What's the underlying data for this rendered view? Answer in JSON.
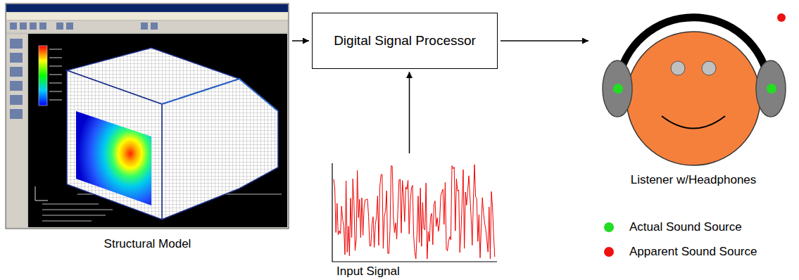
{
  "diagram": {
    "nodes": [
      {
        "text": [
          "Structural Model"
        ]
      },
      {
        "text": [
          "Digital Signal Processor"
        ]
      },
      {
        "text": [
          "Input Signal"
        ]
      },
      {
        "text": [
          "Listener w/Headphones"
        ]
      }
    ],
    "edges": [
      {
        "from": 0,
        "to": 1,
        "arrow": "to"
      },
      {
        "from": 2,
        "to": 1,
        "arrow": "to"
      },
      {
        "from": 1,
        "to": 3,
        "arrow": "to"
      }
    ],
    "legend": [
      {
        "text": "Actual Sound Source",
        "color": "#22dd22"
      },
      {
        "text": "Apparent Sound Source",
        "color": "#ee1111"
      }
    ]
  }
}
